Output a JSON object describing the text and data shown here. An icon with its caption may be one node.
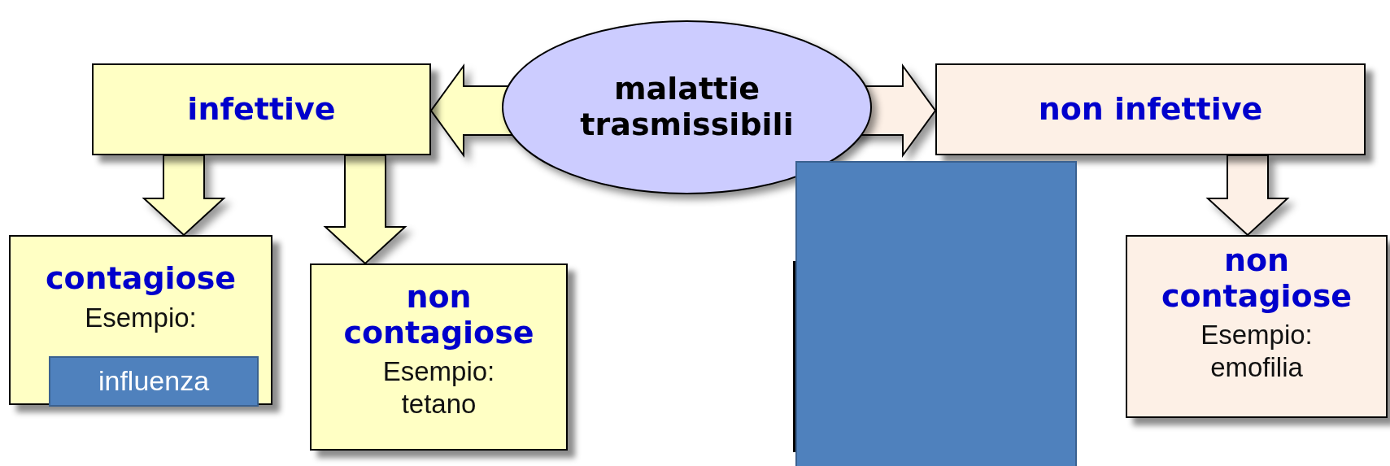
{
  "diagram": {
    "nodes": [
      {
        "text": [
          "infettive"
        ]
      },
      {
        "text": [
          "malattie trasmissibili"
        ]
      },
      {
        "text": [
          "non infettive"
        ]
      },
      {
        "text": [
          "contagiose",
          "Esempio:"
        ]
      },
      {
        "text": [
          "influenza"
        ],
        "in": 3
      },
      {
        "text": [
          "non contagiose",
          "Esempio: tetano"
        ]
      },
      {
        "text": [],
        "shape": "box"
      },
      {
        "text": [
          "non contagiose",
          "Esempio: emofilia"
        ]
      }
    ],
    "edges": [
      {
        "from": 1,
        "to": 0,
        "arrow": "both"
      },
      {
        "from": 1,
        "to": 2,
        "arrow": "both"
      },
      {
        "from": 0,
        "to": 3,
        "arrow": "to"
      },
      {
        "from": 0,
        "to": 5,
        "arrow": "to"
      },
      {
        "from": 2,
        "to": 7,
        "arrow": "to"
      }
    ]
  }
}
